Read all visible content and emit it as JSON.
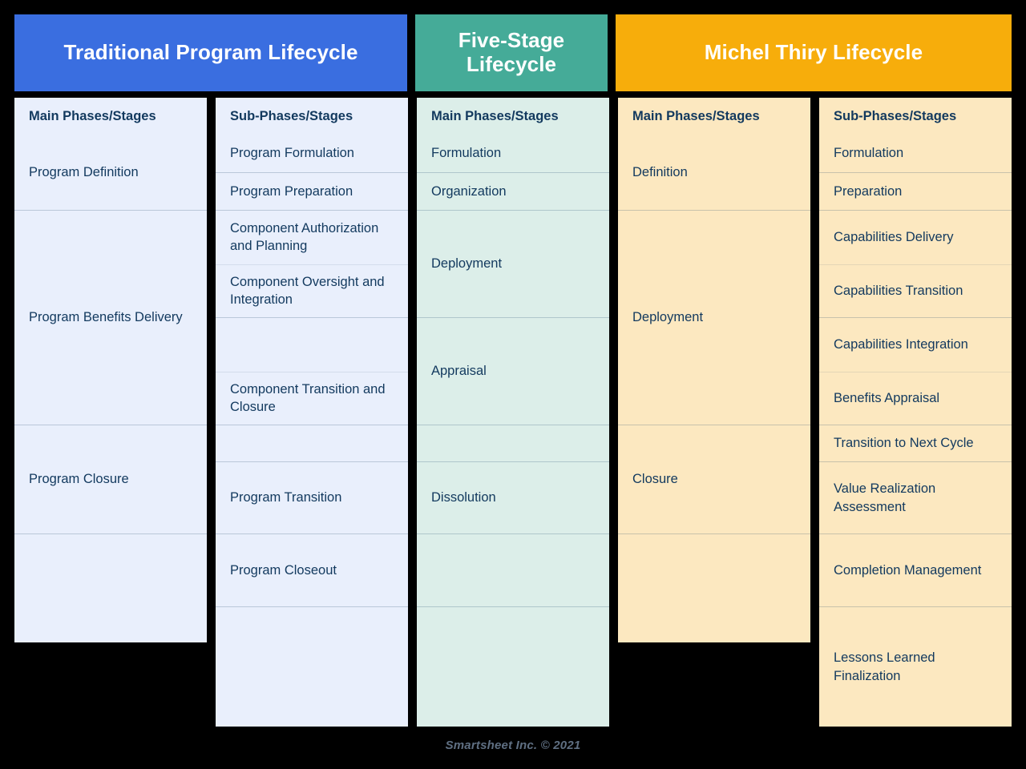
{
  "banners": [
    {
      "label": "Traditional Program Lifecycle",
      "color": "#3a6ee0"
    },
    {
      "label": "Five-Stage\nLifecycle",
      "line1": "Five-Stage",
      "line2": "Lifecycle",
      "color": "#45ab98"
    },
    {
      "label": "Michel Thiry Lifecycle",
      "color": "#f7ad0b"
    }
  ],
  "columns": [
    {
      "header": "Main Phases/Stages",
      "scheme": "blue"
    },
    {
      "header": "Sub-Phases/Stages",
      "scheme": "blue"
    },
    {
      "header": "Main Phases/Stages",
      "scheme": "teal"
    },
    {
      "header": "Main Phases/Stages",
      "scheme": "orange"
    },
    {
      "header": "Sub-Phases/Stages",
      "scheme": "orange"
    }
  ],
  "colors": {
    "background": "#000000",
    "blue_banner": "#3a6ee0",
    "teal_banner": "#45ab98",
    "orange_banner": "#f7ad0b",
    "blue_cell": "#e9effc",
    "teal_cell": "#dceee9",
    "orange_cell": "#fce8c0",
    "text": "#12395e",
    "footer_text": "#5f6f82"
  },
  "col1_cells": [
    {
      "text": "Program Definition",
      "rows": 2
    },
    {
      "text": "Program Benefits Delivery",
      "rows": 6
    },
    {
      "text": "Program Closure",
      "rows": 3
    },
    {
      "text": "",
      "rows": 3
    }
  ],
  "col2_cells": [
    {
      "text": "Program Formulation",
      "rows": 1
    },
    {
      "text": "Program Preparation",
      "rows": 1
    },
    {
      "segments": [
        "Component Authorization and Planning",
        "Component Oversight and Integration"
      ],
      "rows": 3
    },
    {
      "segments": [
        "",
        "Component Transition and Closure"
      ],
      "rows": 3
    },
    {
      "text": "",
      "rows": 1
    },
    {
      "text": "Program Transition",
      "rows": 2
    },
    {
      "text": "Program Closeout",
      "rows": 2
    },
    {
      "text": "",
      "rows": 2
    }
  ],
  "col3_cells": [
    {
      "text": "Formulation",
      "rows": 1
    },
    {
      "text": "Organization",
      "rows": 1
    },
    {
      "text": "Deployment",
      "rows": 3
    },
    {
      "text": "Appraisal",
      "rows": 3
    },
    {
      "text": "",
      "rows": 1
    },
    {
      "text": "Dissolution",
      "rows": 2
    },
    {
      "text": "",
      "rows": 2
    },
    {
      "text": "",
      "rows": 2
    }
  ],
  "col4_cells": [
    {
      "text": "Definition",
      "rows": 2
    },
    {
      "text": "Deployment",
      "rows": 6
    },
    {
      "text": "Closure",
      "rows": 3
    },
    {
      "text": "",
      "rows": 3
    }
  ],
  "col5_cells": [
    {
      "text": "Formulation",
      "rows": 1
    },
    {
      "text": "Preparation",
      "rows": 1
    },
    {
      "segments": [
        "Capabilities Delivery",
        "Capabilities Transition"
      ],
      "rows": 3
    },
    {
      "segments": [
        "Capabilities Integration",
        "Benefits Appraisal"
      ],
      "rows": 3
    },
    {
      "text": "Transition to Next Cycle",
      "rows": 1
    },
    {
      "text": "Value Realization Assessment",
      "rows": 2
    },
    {
      "text": "Completion Management",
      "rows": 2
    },
    {
      "text": "Lessons Learned Finalization",
      "rows": 2
    }
  ],
  "footer": {
    "text": "Smartsheet Inc. © 2021"
  }
}
